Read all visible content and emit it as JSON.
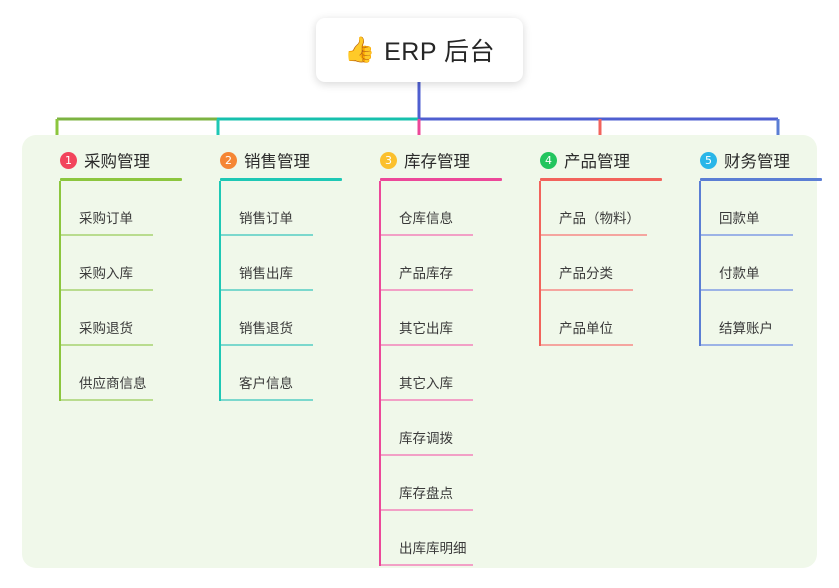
{
  "root": {
    "icon": "thumbs-up-icon",
    "icon_glyph": "👍",
    "title": "ERP 后台"
  },
  "colors": {
    "panel_background": "#f0f8ea",
    "page_background": "#ffffff",
    "connector_green": "#7cb342",
    "connector_teal": "#17c0ad",
    "connector_blue": "#4f5fd0",
    "column1": "#8cc63e",
    "column2": "#1ec8b5",
    "column3": "#ec4899",
    "column4": "#f2635c",
    "column5": "#5b7ed4",
    "badge1": "#f2445c",
    "badge2": "#f58634",
    "badge3": "#fbc02d",
    "badge4": "#22c55e",
    "badge5": "#29b6e8"
  },
  "columns": [
    {
      "index": "1",
      "badge": "1",
      "badge_color": "#f2445c",
      "rule_color": "#8cc63e",
      "line_color": "#8cc63e",
      "soft_color": "#b9dc8e",
      "title": "采购管理",
      "items": [
        {
          "label": "采购订单"
        },
        {
          "label": "采购入库"
        },
        {
          "label": "采购退货"
        },
        {
          "label": "供应商信息"
        }
      ]
    },
    {
      "index": "2",
      "badge": "2",
      "badge_color": "#f58634",
      "rule_color": "#1ec8b5",
      "line_color": "#1ec8b5",
      "soft_color": "#7bd8cd",
      "title": "销售管理",
      "items": [
        {
          "label": "销售订单"
        },
        {
          "label": "销售出库"
        },
        {
          "label": "销售退货"
        },
        {
          "label": "客户信息"
        }
      ]
    },
    {
      "index": "3",
      "badge": "3",
      "badge_color": "#fbc02d",
      "rule_color": "#ec4899",
      "line_color": "#ec4899",
      "soft_color": "#f2a0c6",
      "title": "库存管理",
      "items": [
        {
          "label": "仓库信息"
        },
        {
          "label": "产品库存"
        },
        {
          "label": "其它出库"
        },
        {
          "label": "其它入库"
        },
        {
          "label": "库存调拨"
        },
        {
          "label": "库存盘点"
        },
        {
          "label": "出库库明细"
        }
      ]
    },
    {
      "index": "4",
      "badge": "4",
      "badge_color": "#22c55e",
      "rule_color": "#f2635c",
      "line_color": "#f2635c",
      "soft_color": "#f5a59f",
      "title": "产品管理",
      "items": [
        {
          "label": "产品（物料）",
          "wide": true
        },
        {
          "label": "产品分类"
        },
        {
          "label": "产品单位"
        }
      ]
    },
    {
      "index": "5",
      "badge": "5",
      "badge_color": "#29b6e8",
      "rule_color": "#5b7ed4",
      "line_color": "#5b7ed4",
      "soft_color": "#9cb3e6",
      "title": "财务管理",
      "items": [
        {
          "label": "回款单"
        },
        {
          "label": "付款单"
        },
        {
          "label": "结算账户"
        }
      ]
    }
  ]
}
